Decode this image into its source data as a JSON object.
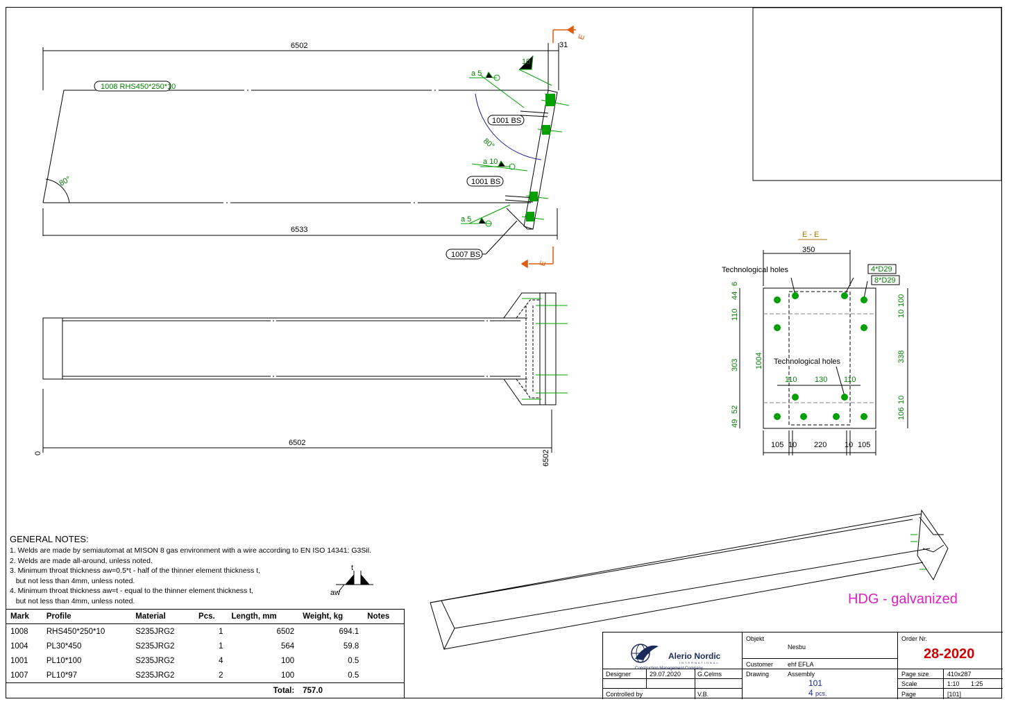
{
  "drawing_view": {
    "top_view": {
      "dim_total_length": "6502",
      "dim_plate_offset": "31",
      "dim_bottom_length": "6533",
      "profile_label": "1008 RHS450*250*10",
      "angle_left": "80°",
      "angle_right": "80°",
      "weld_top": "a 5",
      "weld_mid": "a 10",
      "weld_bottom": "a 5",
      "weld_ref": "10",
      "part_1001_upper": "1001 BS",
      "part_1001_lower": "1001 BS",
      "part_1007": "1007 BS",
      "section_mark_top": "E",
      "section_mark_bottom": "E"
    },
    "front_view": {
      "dim_length": "6502",
      "dim_start": "0",
      "dim_end": "6502"
    },
    "section_ee": {
      "title": "E - E",
      "dim_width": "350",
      "tech_holes_1": "Technological holes",
      "tech_holes_2": "Technological holes",
      "holes_4": "4*D29",
      "holes_8": "8*D29",
      "dim_left_top": "44",
      "dim_left_top2": "6",
      "dim_left_110": "110",
      "dim_left_303": "303",
      "dim_plate": "1004",
      "dim_left_52": "52",
      "dim_left_49": "49",
      "dim_right_100": "100",
      "dim_right_10a": "10",
      "dim_right_338": "338",
      "dim_right_10b": "10",
      "dim_right_106": "106",
      "dim_inner_110a": "110",
      "dim_inner_130": "130",
      "dim_inner_110b": "110",
      "dim_bot_105a": "105",
      "dim_bot_10a": "10",
      "dim_bot_220": "220",
      "dim_bot_10b": "10",
      "dim_bot_105b": "105"
    },
    "weld_symbol": {
      "t": "t",
      "aw": "aw"
    }
  },
  "general_notes": {
    "title": "GENERAL NOTES:",
    "lines": [
      "1. Welds are made by semiautomat at MISON 8 gas environment with a wire according to EN ISO 14341: G3Sil.",
      "2. Welds are made all-around, unless noted.",
      "3. Minimum throat thickness aw=0.5*t - half of the thinner element thickness t,",
      "   but not less than 4mm, unless noted.",
      "4. Minimum throat thickness aw=t - equal to the thinner element thickness t,",
      "   but not less than 4mm, unless noted."
    ]
  },
  "parts_table": {
    "headers": [
      "Mark",
      "Profile",
      "Material",
      "Pcs.",
      "Length, mm",
      "Weight, kg",
      "Notes"
    ],
    "rows": [
      [
        "1008",
        "RHS450*250*10",
        "S235JRG2",
        "1",
        "6502",
        "694.1",
        ""
      ],
      [
        "1004",
        "PL30*450",
        "S235JRG2",
        "1",
        "564",
        "59.8",
        ""
      ],
      [
        "1001",
        "PL10*100",
        "S235JRG2",
        "4",
        "100",
        "0.5",
        ""
      ],
      [
        "1007",
        "PL10*97",
        "S235JRG2",
        "2",
        "100",
        "0.5",
        ""
      ]
    ],
    "total_label": "Total:",
    "total_value": "757.0"
  },
  "finish_note": "HDG - galvanized",
  "title_block": {
    "company_name": "Alerio Nordic",
    "company_intl": "INTERNATIONAL",
    "company_sub": "Construction Management Company",
    "objekt_label": "Objekt",
    "objekt_value": "Nesbu",
    "customer_label": "Customer",
    "customer_value": "ehf EFLA",
    "drawing_label": "Drawing",
    "drawing_type": "Assembly",
    "drawing_number": "101",
    "quantity_value": "4",
    "quantity_unit": "pcs.",
    "order_label": "Order Nr.",
    "order_value": "28-2020",
    "page_size_label": "Page size",
    "page_size_value": "410x287",
    "scale_label": "Scale",
    "scale_value_1": "1:10",
    "scale_value_2": "1:25",
    "page_label": "Page",
    "page_value": "[101]",
    "designer_label": "Designer",
    "designer_date": "29.07.2020",
    "designer_name": "G.Celms",
    "controlled_label": "Controlled by",
    "controlled_name": "V.B."
  },
  "colors": {
    "weld_green": "#00a000",
    "section_orange": "#e05a10",
    "hdg_magenta": "#e020c0",
    "order_red": "#d00000"
  }
}
